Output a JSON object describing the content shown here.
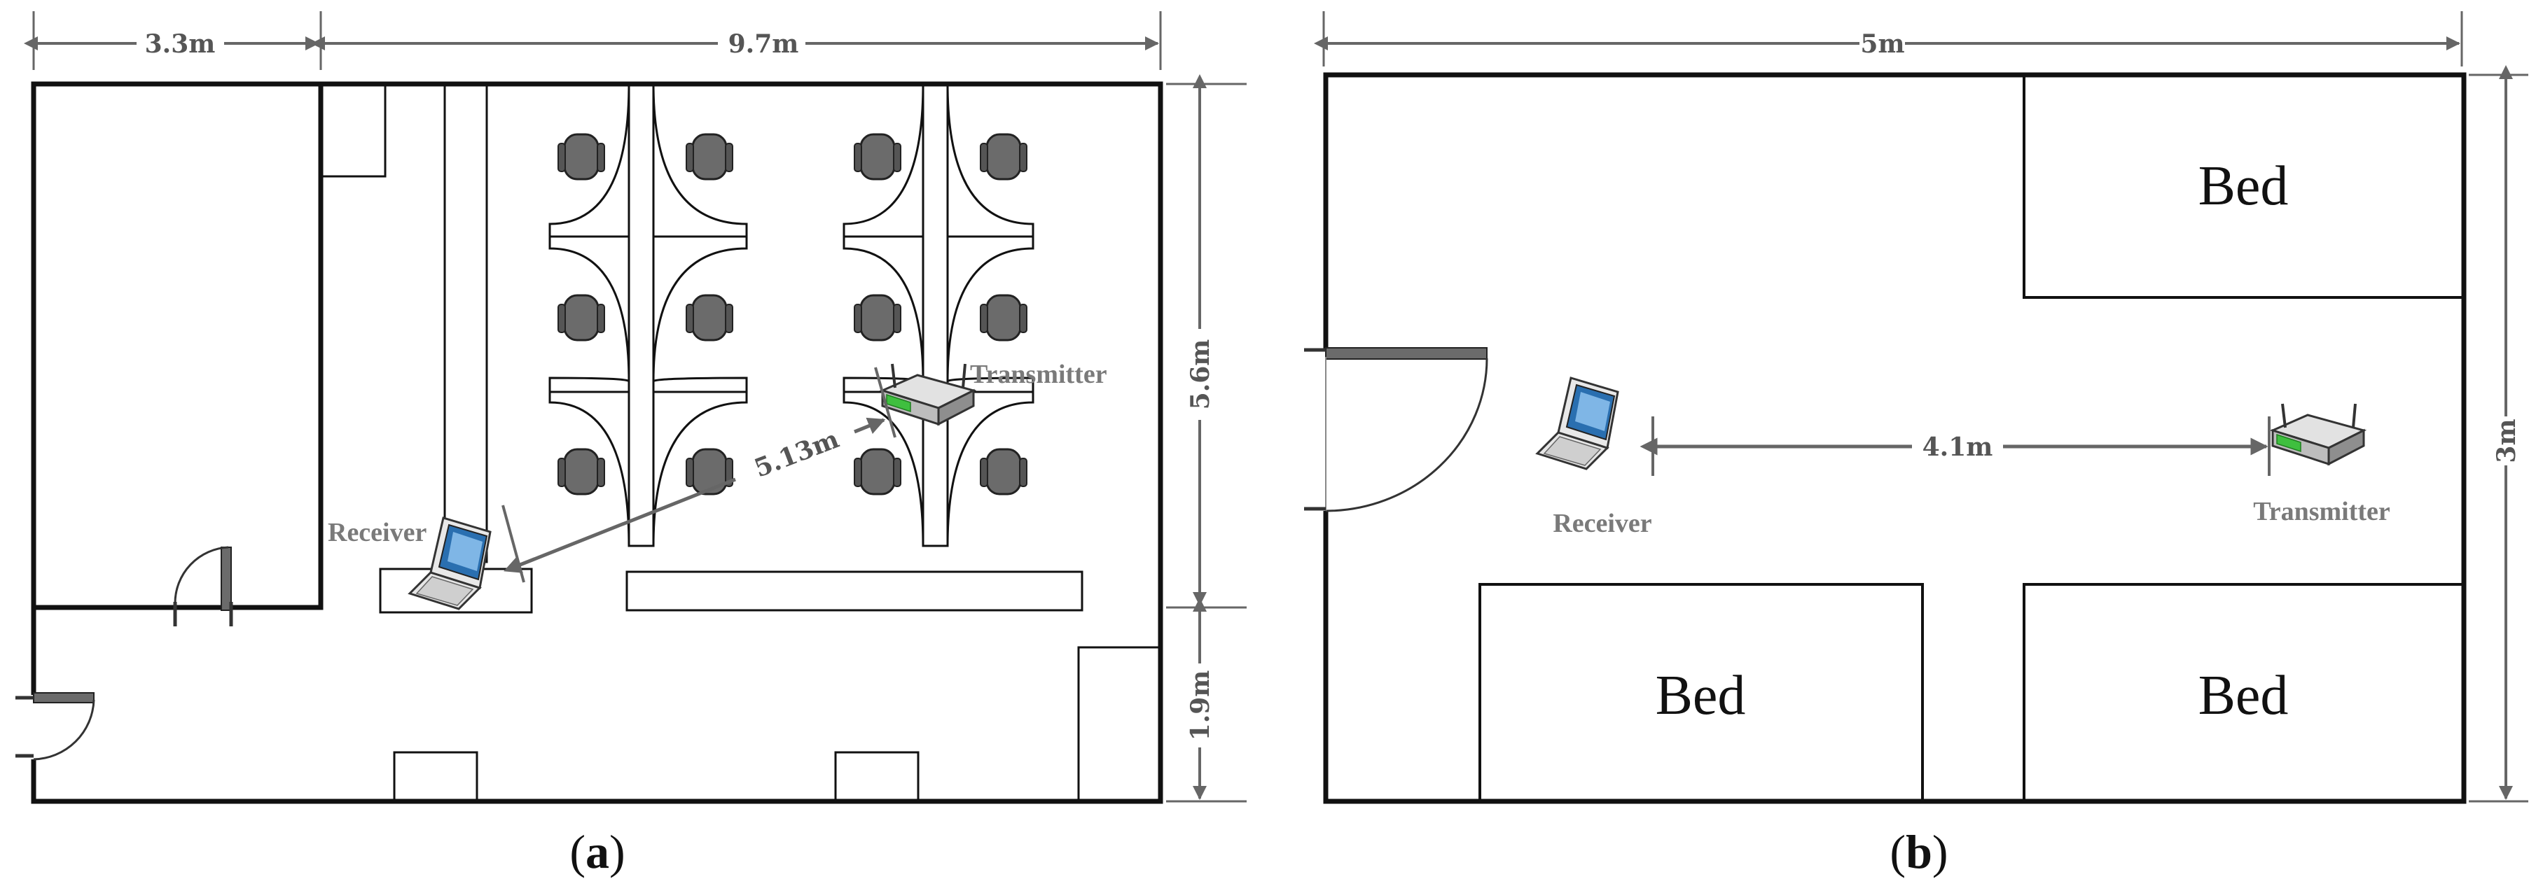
{
  "panel_a": {
    "caption_open": "(",
    "caption_letter": "a",
    "caption_close": ")",
    "dim_left_width": "3.3m",
    "dim_right_width": "9.7m",
    "dim_upper_height": "5.6m",
    "dim_lower_height": "1.9m",
    "distance": "5.13m",
    "receiver_label": "Receiver",
    "transmitter_label": "Transmitter"
  },
  "panel_b": {
    "caption_open": "(",
    "caption_letter": "b",
    "caption_close": ")",
    "dim_width": "5m",
    "dim_height": "3m",
    "distance": "4.1m",
    "receiver_label": "Receiver",
    "transmitter_label": "Transmitter",
    "bed_labels": [
      "Bed",
      "Bed",
      "Bed"
    ]
  },
  "colors": {
    "wall": "#111111",
    "dimension": "#666666",
    "chair": "#6b6b6b",
    "device_green": "#3fbf3f"
  }
}
